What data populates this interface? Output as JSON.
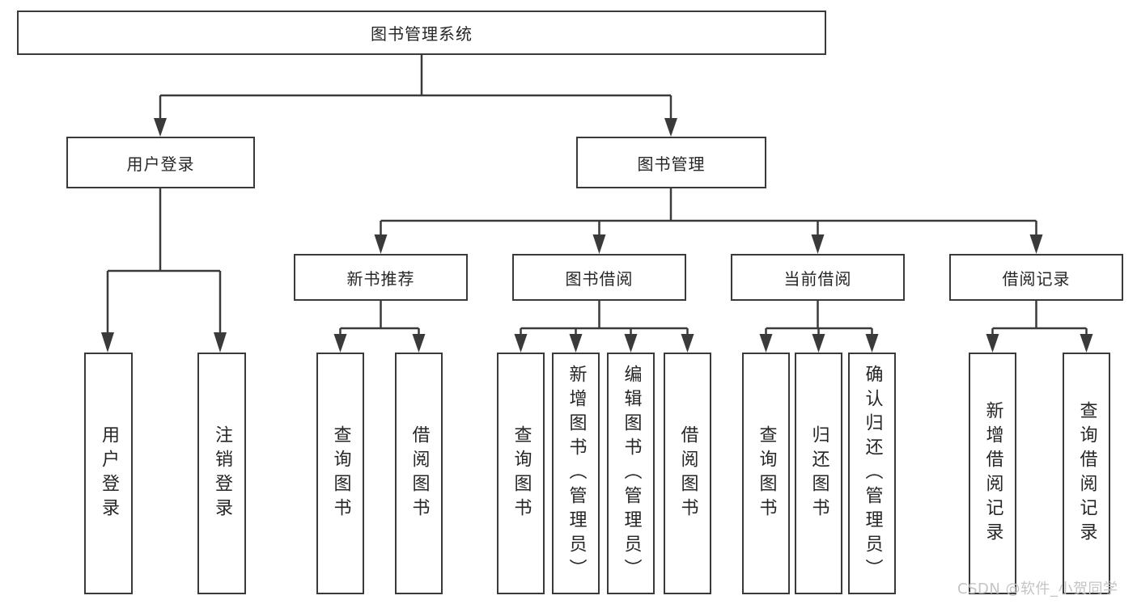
{
  "colors": {
    "line": "#3a3a3a",
    "box_border": "#3a3a3a",
    "text": "#262626",
    "watermark": "#c4c4c4",
    "background": "#ffffff"
  },
  "watermark": {
    "text": "CSDN @软件_小贺同学"
  },
  "tree": {
    "label": "图书管理系统",
    "children": [
      {
        "label": "用户登录",
        "children": [
          {
            "label": "用户登录"
          },
          {
            "label": "注销登录"
          }
        ]
      },
      {
        "label": "图书管理",
        "children": [
          {
            "label": "新书推荐",
            "children": [
              {
                "label": "查询图书"
              },
              {
                "label": "借阅图书"
              }
            ]
          },
          {
            "label": "图书借阅",
            "children": [
              {
                "label": "查询图书"
              },
              {
                "label": "新增图书（管理员）"
              },
              {
                "label": "编辑图书（管理员）"
              },
              {
                "label": "借阅图书"
              }
            ]
          },
          {
            "label": "当前借阅",
            "children": [
              {
                "label": "查询图书"
              },
              {
                "label": "归还图书"
              },
              {
                "label": "确认归还（管理员）"
              }
            ]
          },
          {
            "label": "借阅记录",
            "children": [
              {
                "label": "新增借阅记录"
              },
              {
                "label": "查询借阅记录"
              }
            ]
          }
        ]
      }
    ]
  }
}
